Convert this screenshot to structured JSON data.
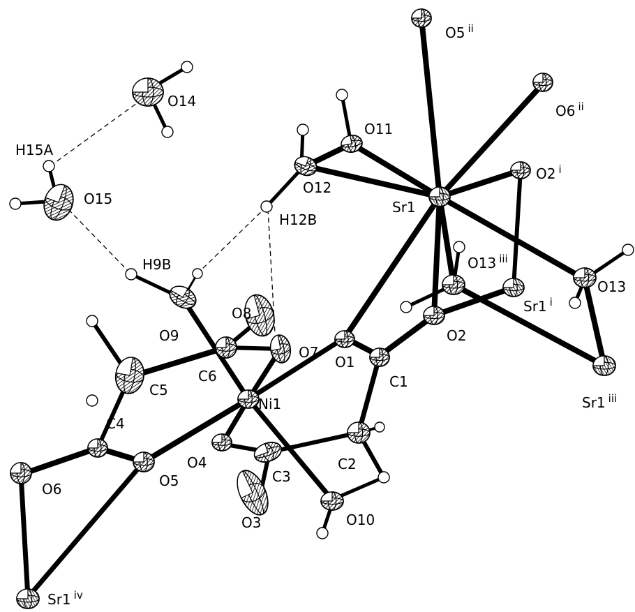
{
  "figure": {
    "atoms": {
      "Sr1": {
        "label": "Sr1",
        "sup": ""
      },
      "O5ii": {
        "label": "O5",
        "sup": "ii"
      },
      "O6ii": {
        "label": "O6",
        "sup": "ii"
      },
      "O2i": {
        "label": "O2",
        "sup": "i"
      },
      "O11": {
        "label": "O11",
        "sup": ""
      },
      "O12": {
        "label": "O12",
        "sup": ""
      },
      "O13iii": {
        "label": "O13",
        "sup": "iii"
      },
      "O13": {
        "label": "O13",
        "sup": ""
      },
      "Sr1i": {
        "label": "Sr1",
        "sup": "i"
      },
      "O2": {
        "label": "O2",
        "sup": ""
      },
      "Sr1iii": {
        "label": "Sr1",
        "sup": "iii"
      },
      "C1": {
        "label": "C1",
        "sup": ""
      },
      "O1": {
        "label": "O1",
        "sup": ""
      },
      "O7": {
        "label": "O7",
        "sup": ""
      },
      "O8": {
        "label": "O8",
        "sup": ""
      },
      "C6": {
        "label": "C6",
        "sup": ""
      },
      "O9": {
        "label": "O9",
        "sup": ""
      },
      "Ni1": {
        "label": "Ni1",
        "sup": ""
      },
      "C5": {
        "label": "C5",
        "sup": ""
      },
      "C4": {
        "label": "C4",
        "sup": ""
      },
      "O5": {
        "label": "O5",
        "sup": ""
      },
      "O6": {
        "label": "O6",
        "sup": ""
      },
      "O4": {
        "label": "O4",
        "sup": ""
      },
      "C3": {
        "label": "C3",
        "sup": ""
      },
      "O3": {
        "label": "O3",
        "sup": ""
      },
      "C2": {
        "label": "C2",
        "sup": ""
      },
      "O10": {
        "label": "O10",
        "sup": ""
      },
      "Sr1iv": {
        "label": "Sr1",
        "sup": "iv"
      },
      "O14": {
        "label": "O14",
        "sup": ""
      },
      "O15": {
        "label": "O15",
        "sup": ""
      },
      "H15A": {
        "label": "H15A",
        "sup": ""
      },
      "H12B": {
        "label": "H12B",
        "sup": ""
      },
      "H9B": {
        "label": "H9B",
        "sup": ""
      }
    }
  }
}
